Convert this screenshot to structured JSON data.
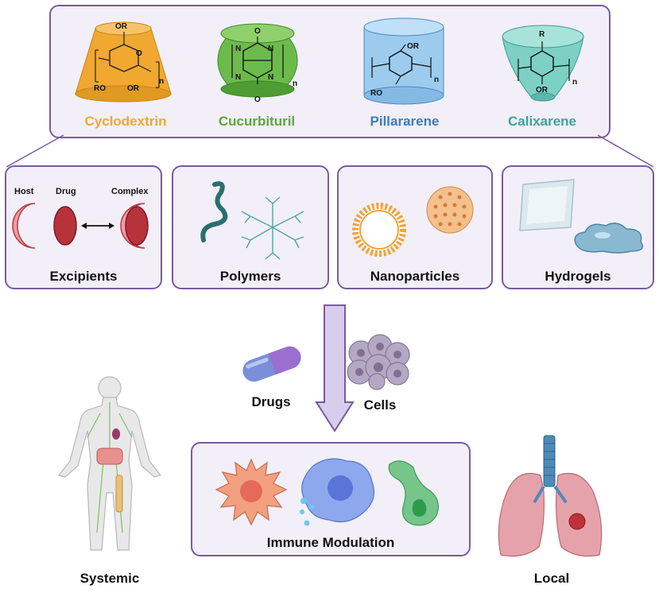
{
  "macrocycles": [
    {
      "name": "Cyclodextrin",
      "color": "#f0a830"
    },
    {
      "name": "Cucurbituril",
      "color": "#5aa83c"
    },
    {
      "name": "Pillararene",
      "color": "#3a7dc4"
    },
    {
      "name": "Calixarene",
      "color": "#3aa3a0"
    }
  ],
  "chem_labels": {
    "or": "OR",
    "ro": "RO",
    "n": "n",
    "N": "N",
    "O": "O",
    "R": "R"
  },
  "platforms": {
    "excipients": "Excipients",
    "polymers": "Polymers",
    "nanoparticles": "Nanoparticles",
    "hydrogels": "Hydrogels"
  },
  "excipient_labels": {
    "host": "Host",
    "drug": "Drug",
    "complex": "Complex"
  },
  "cargo": {
    "drugs": "Drugs",
    "cells": "Cells"
  },
  "immune": "Immune Modulation",
  "routes": {
    "systemic": "Systemic",
    "local": "Local"
  },
  "colors": {
    "border": "#7a5aa0",
    "panel_bg": "#f2eff8"
  }
}
